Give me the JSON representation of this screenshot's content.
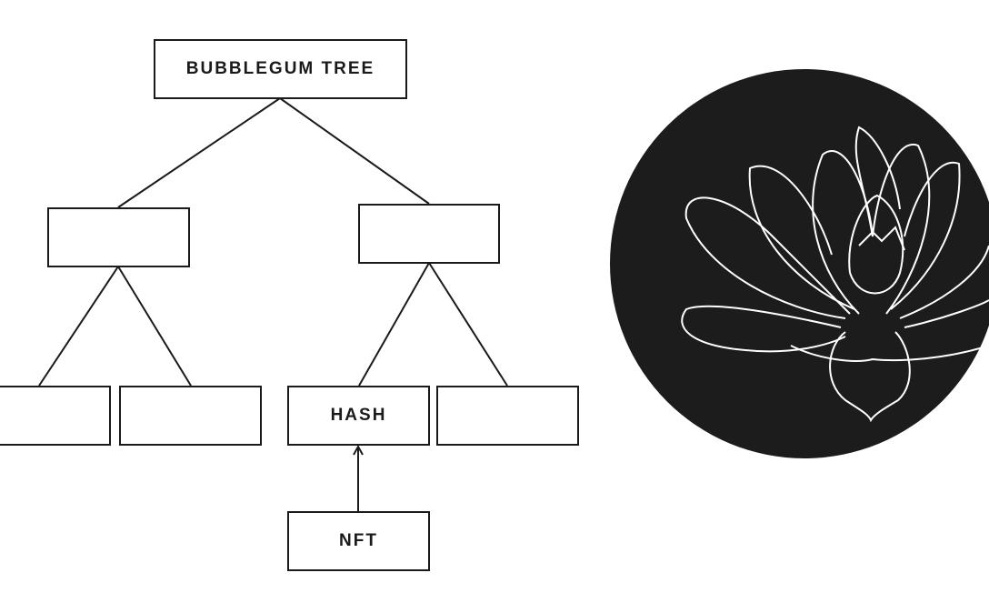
{
  "diagram": {
    "root_label": "BUBBLEGUM TREE",
    "hash_label": "HASH",
    "nft_label": "NFT"
  },
  "colors": {
    "line": "#1a1a1a",
    "circle": "#1c1c1c",
    "lotus": "#ffffff"
  }
}
